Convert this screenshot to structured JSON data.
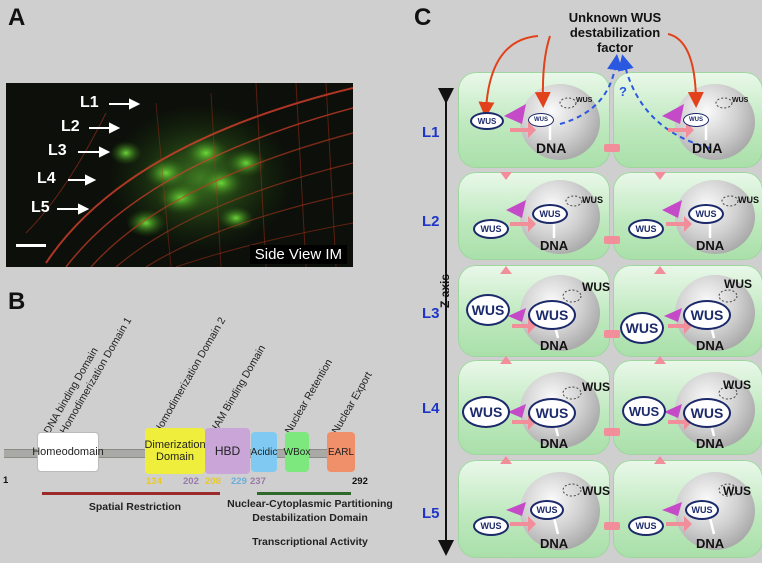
{
  "panels": {
    "a": "A",
    "b": "B",
    "c": "C"
  },
  "micrograph": {
    "layers": [
      "L1",
      "L2",
      "L3",
      "L4",
      "L5"
    ],
    "view_label": "Side View IM"
  },
  "domain_map": {
    "annotations": [
      "DNA binding Domain",
      "Homodimerization Domain  1",
      "Homodimerization Domain 2",
      "HAM Binding Domain",
      "Nuclear Retention",
      "Nuclear Export"
    ],
    "domains": {
      "homeodomain": "Homeodomain",
      "dimerization_1": "Dimerization",
      "dimerization_2": "Domain",
      "hbd": "HBD",
      "acidic": "Acidic",
      "wbox": "WBox",
      "earl": "EARL"
    },
    "positions": {
      "p1": "1",
      "p134": "134",
      "p202": "202",
      "p208": "208",
      "p229": "229",
      "p237": "237",
      "p292": "292"
    },
    "functions": {
      "spatial": "Spatial Restriction",
      "partitioning_1": "Nuclear-Cytoplasmic Partitioning",
      "partitioning_2": "Destabilization Domain",
      "transcription": "Transcriptional Activity"
    },
    "colors": {
      "homeo": "#ffffff",
      "dim": "#f0ee3c",
      "hbd": "#c9a5d8",
      "acidic": "#7fc9f2",
      "wbox": "#7de87d",
      "earl": "#f0906a",
      "spatial_bar": "#9b2a2a",
      "partition_bar": "#2f6a2a"
    }
  },
  "model": {
    "factor_1": "Unknown WUS",
    "factor_2": "destabilization",
    "factor_3": "factor",
    "question": "?",
    "axis_label": "Z axis",
    "layers": [
      "L1",
      "L2",
      "L3",
      "L4",
      "L5"
    ],
    "wus": "WUS",
    "dna": "DNA"
  }
}
